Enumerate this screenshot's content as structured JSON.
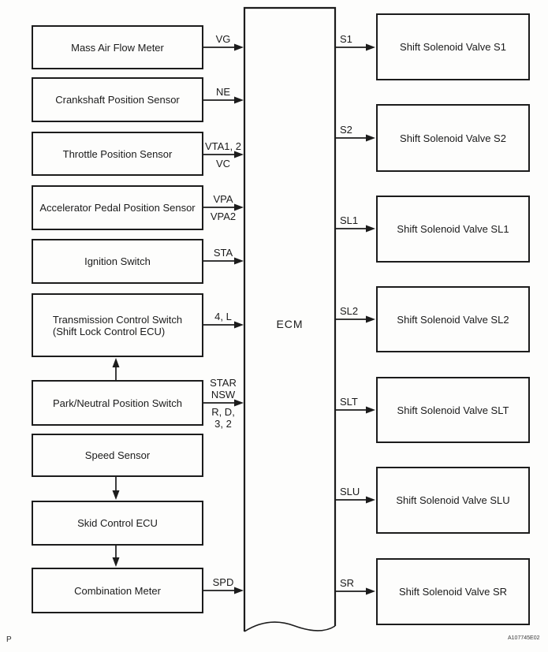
{
  "diagram": {
    "ecm_label": "ECM",
    "nodes_left": [
      {
        "label": "Mass Air Flow Meter",
        "signal_above": "VG",
        "signal_below": ""
      },
      {
        "label": "Crankshaft Position Sensor",
        "signal_above": "NE",
        "signal_below": ""
      },
      {
        "label": "Throttle Position Sensor",
        "signal_above": "VTA1, 2",
        "signal_below": "VC"
      },
      {
        "label": "Accelerator Pedal Position Sensor",
        "signal_above": "VPA",
        "signal_below": "VPA2"
      },
      {
        "label": "Ignition Switch",
        "signal_above": "STA",
        "signal_below": ""
      },
      {
        "label": "Transmission Control Switch\n(Shift Lock Control ECU)",
        "signal_above": "4, L",
        "signal_below": ""
      },
      {
        "label": "Park/Neutral Position Switch",
        "signal_above": "STAR\nNSW",
        "signal_below": "R, D,\n3, 2"
      },
      {
        "label": "Speed Sensor",
        "signal_above": "",
        "signal_below": ""
      },
      {
        "label": "Skid Control ECU",
        "signal_above": "",
        "signal_below": ""
      },
      {
        "label": "Combination Meter",
        "signal_above": "SPD",
        "signal_below": ""
      }
    ],
    "nodes_right": [
      {
        "label": "Shift Solenoid Valve S1",
        "signal": "S1"
      },
      {
        "label": "Shift Solenoid Valve S2",
        "signal": "S2"
      },
      {
        "label": "Shift Solenoid Valve SL1",
        "signal": "SL1"
      },
      {
        "label": "Shift Solenoid Valve SL2",
        "signal": "SL2"
      },
      {
        "label": "Shift Solenoid Valve SLT",
        "signal": "SLT"
      },
      {
        "label": "Shift Solenoid Valve SLU",
        "signal": "SLU"
      },
      {
        "label": "Shift Solenoid Valve SR",
        "signal": "SR"
      }
    ],
    "footer": {
      "left": "P",
      "right": "A107745E02"
    },
    "line_color": "#1c1c1c"
  }
}
